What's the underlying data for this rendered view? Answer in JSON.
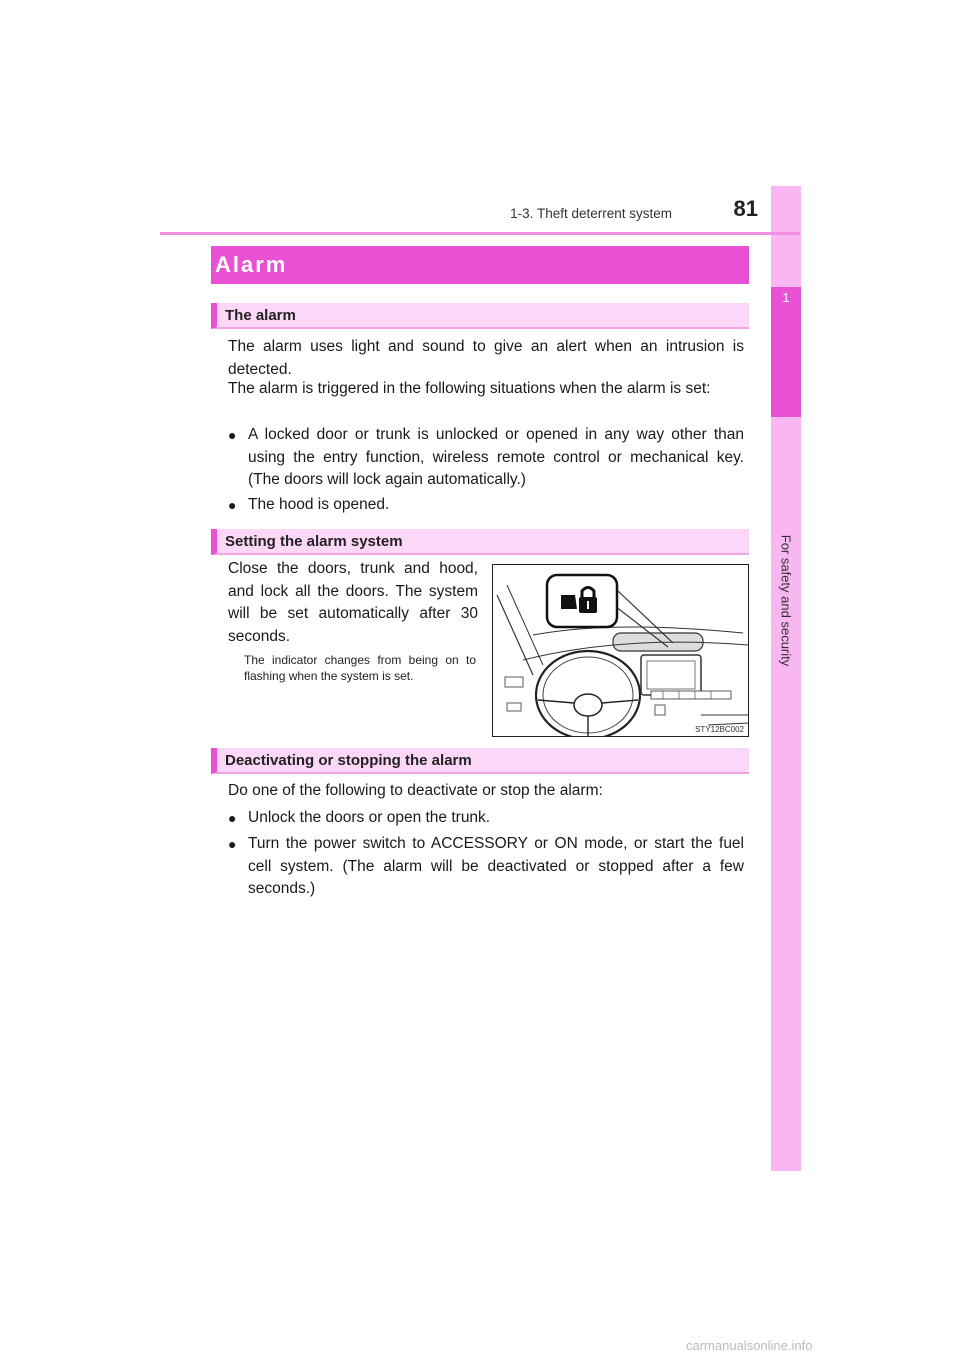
{
  "header": {
    "section": "1-3. Theft deterrent system",
    "page_number": "81"
  },
  "sidebar": {
    "chapter_number": "1",
    "chapter_title": "For safety and security"
  },
  "main": {
    "title": "Alarm",
    "sections": [
      {
        "heading": "The alarm",
        "paragraphs": [
          "The alarm uses light and sound to give an alert when an intrusion is detected.",
          "The alarm is triggered in the following situations when the alarm is set:"
        ],
        "bullets": [
          "A locked door or trunk is unlocked or opened in any way other than using the entry function, wireless remote control or mechanical key. (The doors will lock again automatically.)",
          "The hood is opened."
        ]
      },
      {
        "heading": "Setting the alarm system",
        "paragraphs": [
          "Close the doors, trunk and hood, and lock all the doors. The system will be set automatically after 30 seconds."
        ],
        "note": "The indicator changes from being on to flashing when the system is set.",
        "illustration_code": "STY12BC002"
      },
      {
        "heading": "Deactivating or stopping the alarm",
        "paragraphs": [
          "Do one of the following to deactivate or stop the alarm:"
        ],
        "bullets": [
          "Unlock the doors or open the trunk.",
          "Turn the power switch to ACCESSORY or ON mode, or start the fuel cell system. (The alarm will be deactivated or stopped after a few seconds.)"
        ]
      }
    ],
    "bullet_symbol": "●"
  },
  "footer": {
    "watermark": "carmanualsonline.info"
  },
  "colors": {
    "accent": "#e951d4",
    "accent_light": "#fdd7f8",
    "sidebar": "#f9b7f2"
  },
  "icons": [
    "lock-indicator-icon"
  ]
}
